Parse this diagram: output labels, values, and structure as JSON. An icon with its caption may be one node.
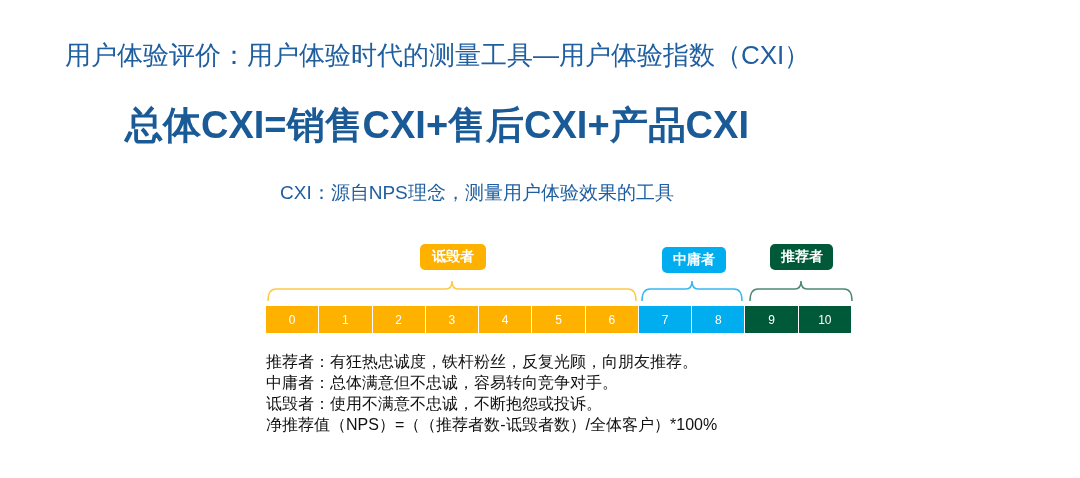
{
  "diagram": {
    "title": "用户体验评价：用户体验时代的测量工具—用户体验指数（CXI）",
    "nodes": [
      {
        "text": [
          "诋毁者"
        ]
      },
      {
        "text": [
          "中庸者"
        ]
      },
      {
        "text": [
          "推荐者"
        ]
      },
      {
        "text": [
          "0"
        ]
      },
      {
        "text": [
          "1"
        ]
      },
      {
        "text": [
          "2"
        ]
      },
      {
        "text": [
          "3"
        ]
      },
      {
        "text": [
          "4"
        ]
      },
      {
        "text": [
          "5"
        ]
      },
      {
        "text": [
          "6"
        ]
      },
      {
        "text": [
          "7"
        ]
      },
      {
        "text": [
          "8"
        ]
      },
      {
        "text": [
          "9"
        ]
      },
      {
        "text": [
          "10"
        ]
      }
    ],
    "edges": [],
    "labels": [
      "总体CXI=销售CXI+售后CXI+产品CXI",
      "CXI：源自NPS理念，测量用户体验效果的工具",
      "推荐者：有狂热忠诚度，铁杆粉丝，反复光顾，向朋友推荐。",
      "中庸者：总体满意但不忠诚，容易转向竞争对手。",
      "诋毁者：使用不满意不忠诚，不断抱怨或投诉。",
      "净推荐值（NPS）=（（推荐者数-诋毁者数）/全体客户）*100%"
    ]
  }
}
